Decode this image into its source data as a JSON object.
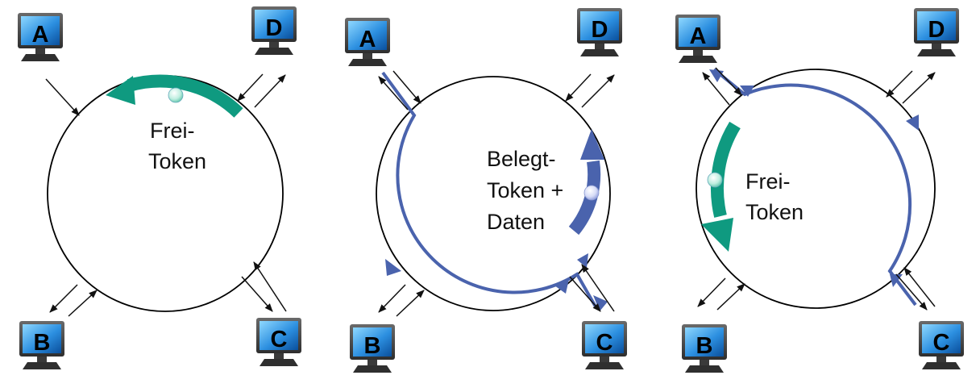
{
  "colors": {
    "ring": "#000000",
    "token_free": "#0f9a80",
    "token_busy": "#4a63ad",
    "signal_arrow": "#111111",
    "screen_light": "#7fd0ff",
    "screen_dark": "#0a5aa8",
    "monitor_frame": "#4a4a4a"
  },
  "icons": {
    "computer": "monitor-icon",
    "token": "token-dot-icon"
  },
  "panels": [
    {
      "stations": {
        "a": "A",
        "b": "B",
        "c": "C",
        "d": "D"
      },
      "token_label": {
        "line1": "Frei-",
        "line2": "Token"
      }
    },
    {
      "stations": {
        "a": "A",
        "b": "B",
        "c": "C",
        "d": "D"
      },
      "token_label": {
        "line1": "Belegt-",
        "line2": "Token +",
        "line3": "Daten"
      }
    },
    {
      "stations": {
        "a": "A",
        "b": "B",
        "c": "C",
        "d": "D"
      },
      "token_label": {
        "line1": "Frei-",
        "line2": "Token"
      }
    }
  ]
}
